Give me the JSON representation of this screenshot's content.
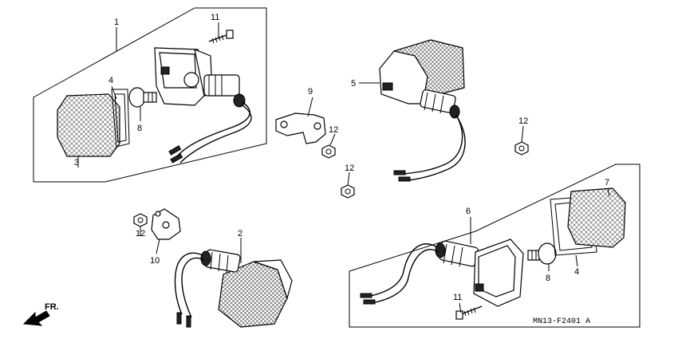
{
  "diagram": {
    "drawing_code": "MN13-F2401 A",
    "direction_label": "FR.",
    "callouts": {
      "c1": "1",
      "c2": "2",
      "c3": "3",
      "c4a": "4",
      "c4b": "4",
      "c5": "5",
      "c6": "6",
      "c7": "7",
      "c8a": "8",
      "c8b": "8",
      "c9": "9",
      "c10": "10",
      "c11a": "11",
      "c11b": "11",
      "c12a": "12",
      "c12b": "12",
      "c12c": "12",
      "c12d": "12"
    }
  }
}
